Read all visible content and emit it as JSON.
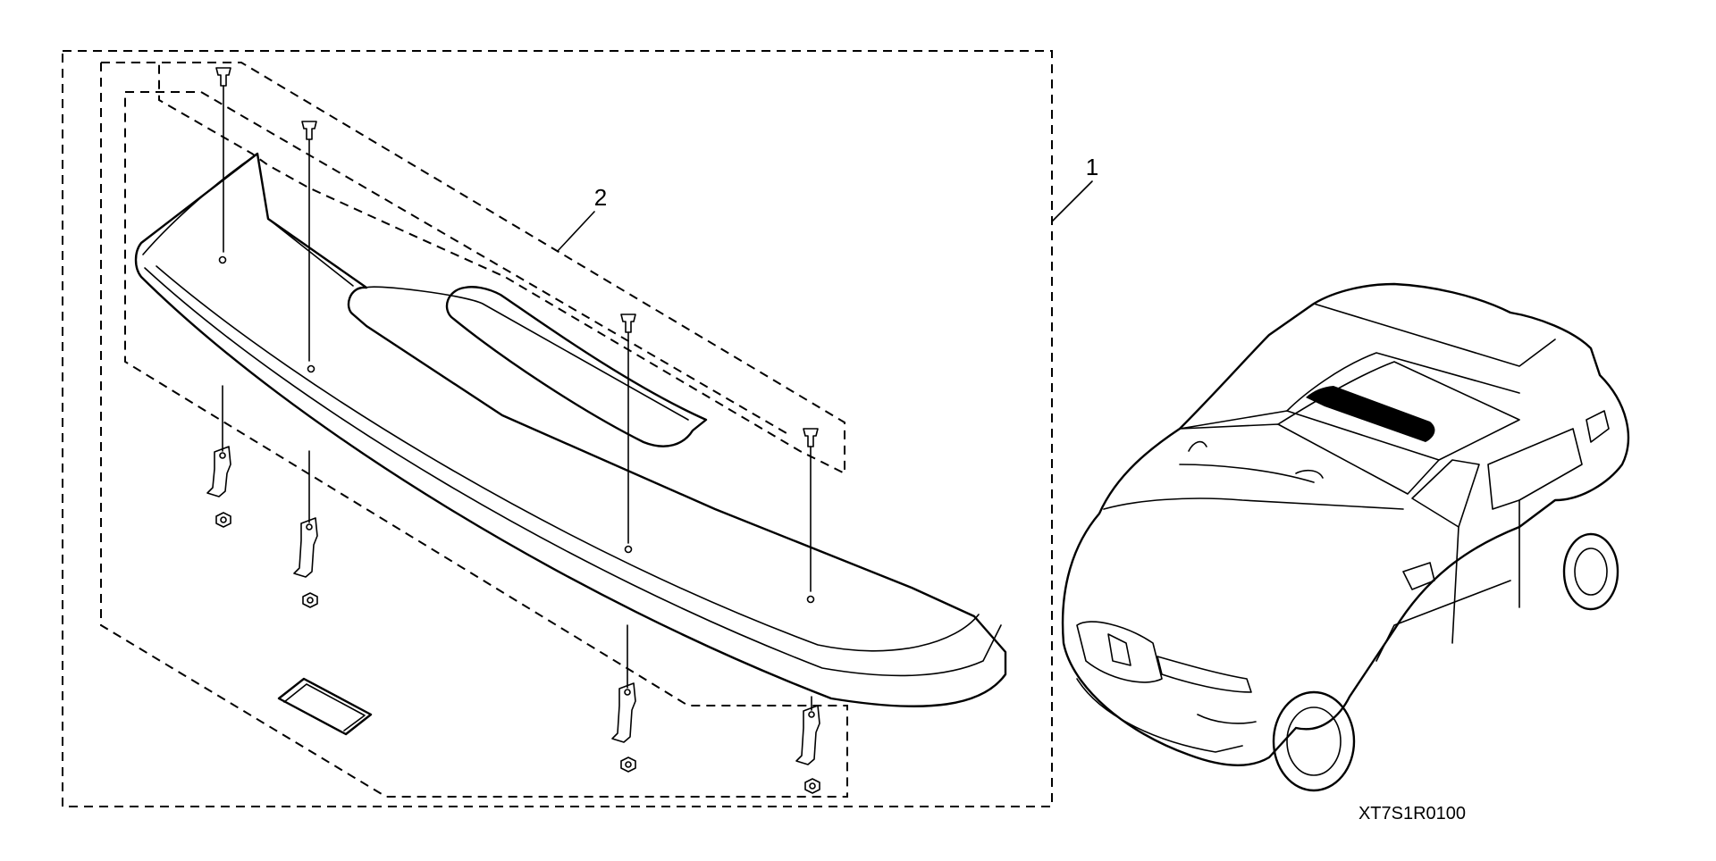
{
  "callouts": {
    "kit": "1",
    "spoiler": "2"
  },
  "figure_code": "XT7S1R0100",
  "colors": {
    "line": "#000000",
    "background": "#ffffff",
    "glass_highlight": "#000000"
  }
}
